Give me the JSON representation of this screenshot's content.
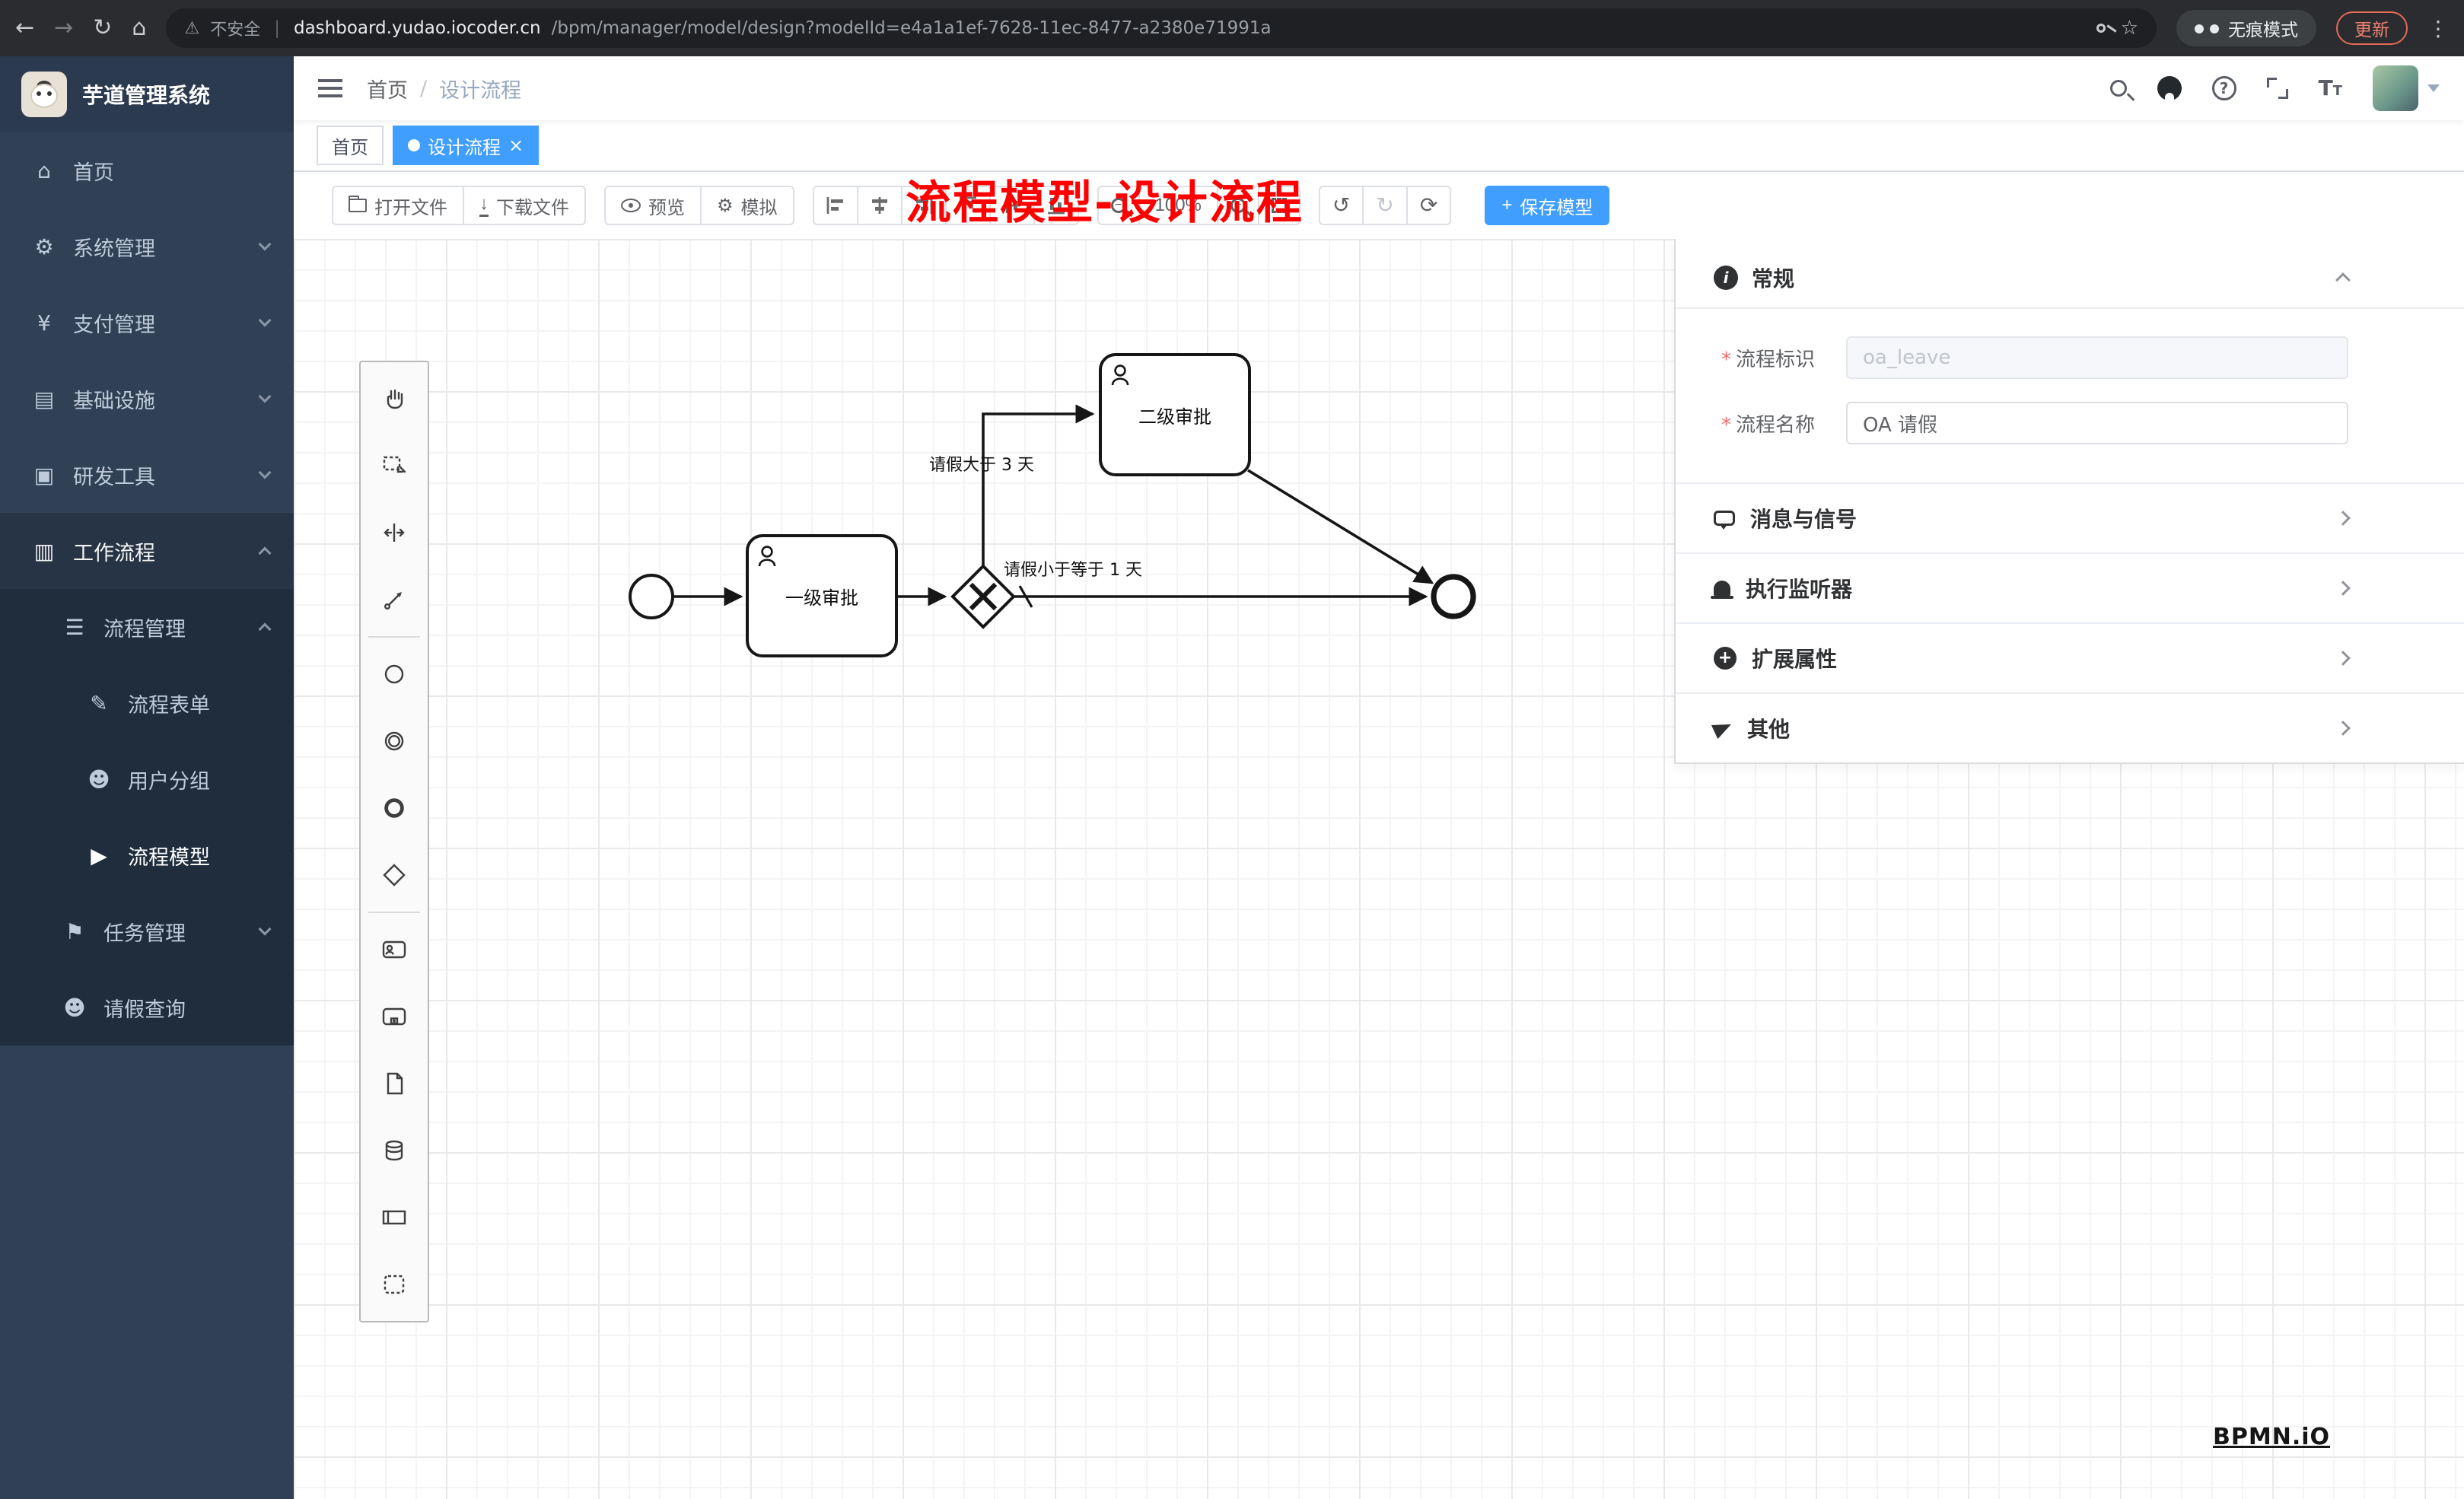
{
  "browser": {
    "security_warning": "不安全",
    "url_host": "dashboard.yudao.iocoder.cn",
    "url_path": "/bpm/manager/model/design?modelId=e4a1a1ef-7628-11ec-8477-a2380e71991a",
    "incognito_label": "无痕模式",
    "update_label": "更新"
  },
  "icons": {
    "back": "←",
    "forward": "→",
    "reload": "↻",
    "home": "⌂",
    "warning": "⚠",
    "star": "☆",
    "menu_dots": "⋮",
    "home_menu": "⌂",
    "gear": "⚙",
    "yen": "¥",
    "infra": "▤",
    "devtool": "▣",
    "workflow": "▥",
    "list": "☰",
    "form": "✎",
    "users": "☻",
    "model": "▶",
    "task_mgmt": "⚑",
    "person": "☻",
    "font_size_large": "T",
    "font_size_small": "T",
    "download_arrow": "↓",
    "undo": "↺",
    "redo": "↻",
    "refresh": "⟳",
    "zoom_minus": "−",
    "zoom_plus": "+",
    "save_plus": "+",
    "plus": "+"
  },
  "sidebar": {
    "logo_title": "芋道管理系统",
    "items": [
      {
        "label": "首页"
      },
      {
        "label": "系统管理"
      },
      {
        "label": "支付管理"
      },
      {
        "label": "基础设施"
      },
      {
        "label": "研发工具"
      },
      {
        "label": "工作流程"
      }
    ],
    "workflow_children": [
      {
        "label": "流程管理"
      },
      {
        "label": "任务管理"
      },
      {
        "label": "请假查询"
      }
    ],
    "process_children": [
      {
        "label": "流程表单"
      },
      {
        "label": "用户分组"
      },
      {
        "label": "流程模型"
      }
    ]
  },
  "header": {
    "breadcrumb_home": "首页",
    "breadcrumb_sep": "/",
    "breadcrumb_current": "设计流程",
    "help_glyph": "?"
  },
  "annotation": "流程模型-设计流程",
  "tabs": [
    {
      "label": "首页"
    },
    {
      "label": "设计流程",
      "close": "×"
    }
  ],
  "toolbar": {
    "open_label": "打开文件",
    "download_label": "下载文件",
    "preview_label": "预览",
    "simulate_label": "模拟",
    "zoom_value": "100%",
    "save_label": "保存模型"
  },
  "panel": {
    "required_mark": "*",
    "info_glyph": "i",
    "section_general": "常规",
    "field_key_label": "流程标识",
    "field_key_value": "oa_leave",
    "field_name_label": "流程名称",
    "field_name_value": "OA 请假",
    "section_message": "消息与信号",
    "section_listener": "执行监听器",
    "section_ext": "扩展属性",
    "section_other": "其他"
  },
  "diagram": {
    "type": "bpmn-flow",
    "tasks": [
      {
        "label": "一级审批"
      },
      {
        "label": "二级审批"
      }
    ],
    "flow_labels": [
      {
        "label": "请假大于 3 天"
      },
      {
        "label": "请假小于等于 1 天"
      }
    ]
  },
  "watermark": "BPMN.iO"
}
